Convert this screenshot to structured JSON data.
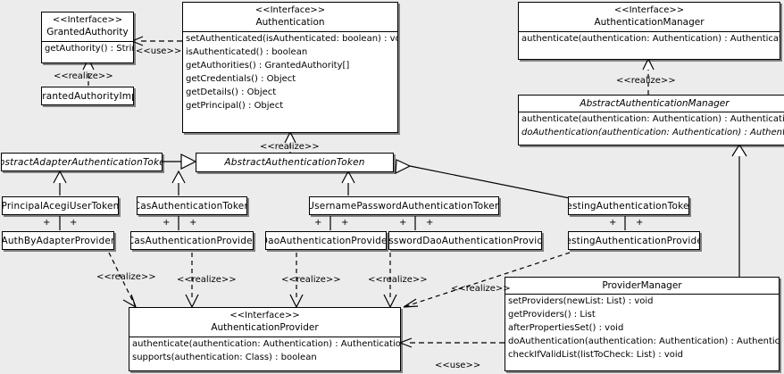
{
  "diagram": {
    "kind": "uml-class-diagram",
    "background": "#ececec",
    "line_color": "#000000",
    "box_fill": "#ffffff"
  },
  "classes": {
    "granted_authority": {
      "stereotype": "<<Interface>>",
      "name": "GrantedAuthority",
      "operations": [
        "getAuthority() : String"
      ]
    },
    "granted_authority_impl": {
      "name": "GrantedAuthorityImpl"
    },
    "authentication": {
      "stereotype": "<<Interface>>",
      "name": "Authentication",
      "operations": [
        "setAuthenticated(isAuthenticated: boolean) : void",
        "isAuthenticated() : boolean",
        "getAuthorities() : GrantedAuthority[]",
        "getCredentials() : Object",
        "getDetails() : Object",
        "getPrincipal() : Object"
      ]
    },
    "authentication_manager": {
      "stereotype": "<<Interface>>",
      "name": "AuthenticationManager",
      "operations": [
        "authenticate(authentication: Authentication) : Authentication"
      ]
    },
    "abstract_authentication_manager": {
      "name": "AbstractAuthenticationManager",
      "operations": [
        "authenticate(authentication: Authentication) : Authentication",
        "doAuthentication(authentication: Authentication) : Authentication"
      ]
    },
    "abstract_adapter_authentication_token": {
      "name": "AbstractAdapterAuthenticationToken"
    },
    "abstract_authentication_token": {
      "name": "AbstractAuthenticationToken"
    },
    "principal_acegi_user_token": {
      "name": "PrincipalAcegiUserToken"
    },
    "cas_authentication_token": {
      "name": "CasAuthenticationToken"
    },
    "username_password_authentication_token": {
      "name": "UsernamePasswordAuthenticationToken"
    },
    "testing_authentication_token": {
      "name": "TestingAuthenticationToken"
    },
    "auth_by_adapter_provider": {
      "name": "AuthByAdapterProvider"
    },
    "cas_authentication_provider": {
      "name": "CasAuthenticationProvider"
    },
    "dao_authentication_provider": {
      "name": "DaoAuthenticationProvider"
    },
    "password_dao_authentication_provider": {
      "name": "PasswordDaoAuthenticationProvider"
    },
    "testing_authentication_provider": {
      "name": "TestingAuthenticationProvider"
    },
    "authentication_provider": {
      "stereotype": "<<Interface>>",
      "name": "AuthenticationProvider",
      "operations": [
        "authenticate(authentication: Authentication) : Authentication",
        "supports(authentication: Class) : boolean"
      ]
    },
    "provider_manager": {
      "name": "ProviderManager",
      "operations": [
        "setProviders(newList: List) : void",
        "getProviders() : List",
        "afterPropertiesSet() : void",
        "doAuthentication(authentication: Authentication) : Authentication",
        "checkIfValidList(listToCheck: List) : void"
      ]
    }
  },
  "relationship_labels": {
    "use_authentication_grantedauthority": "<<use>>",
    "realize_grantedauthorityimpl": "<<realize>>",
    "realize_abstract_authentication_token": "<<realize>>",
    "realize_authentication_manager": "<<realize>>",
    "realize_auth_by_adapter": "<<realize>>",
    "realize_cas_provider": "<<realize>>",
    "realize_dao_provider": "<<realize>>",
    "realize_password_dao_provider": "<<realize>>",
    "realize_testing_provider": "<<realize>>",
    "use_provider_manager": "<<use>>"
  },
  "association_multiplicities": {
    "principal_acegi_left": "+",
    "principal_acegi_right": "+",
    "cas_left": "+",
    "cas_right": "+",
    "upat_left": "+",
    "upat_right": "+",
    "upat_left2": "+",
    "upat_right2": "+",
    "testing_left": "+",
    "testing_right": "+"
  }
}
